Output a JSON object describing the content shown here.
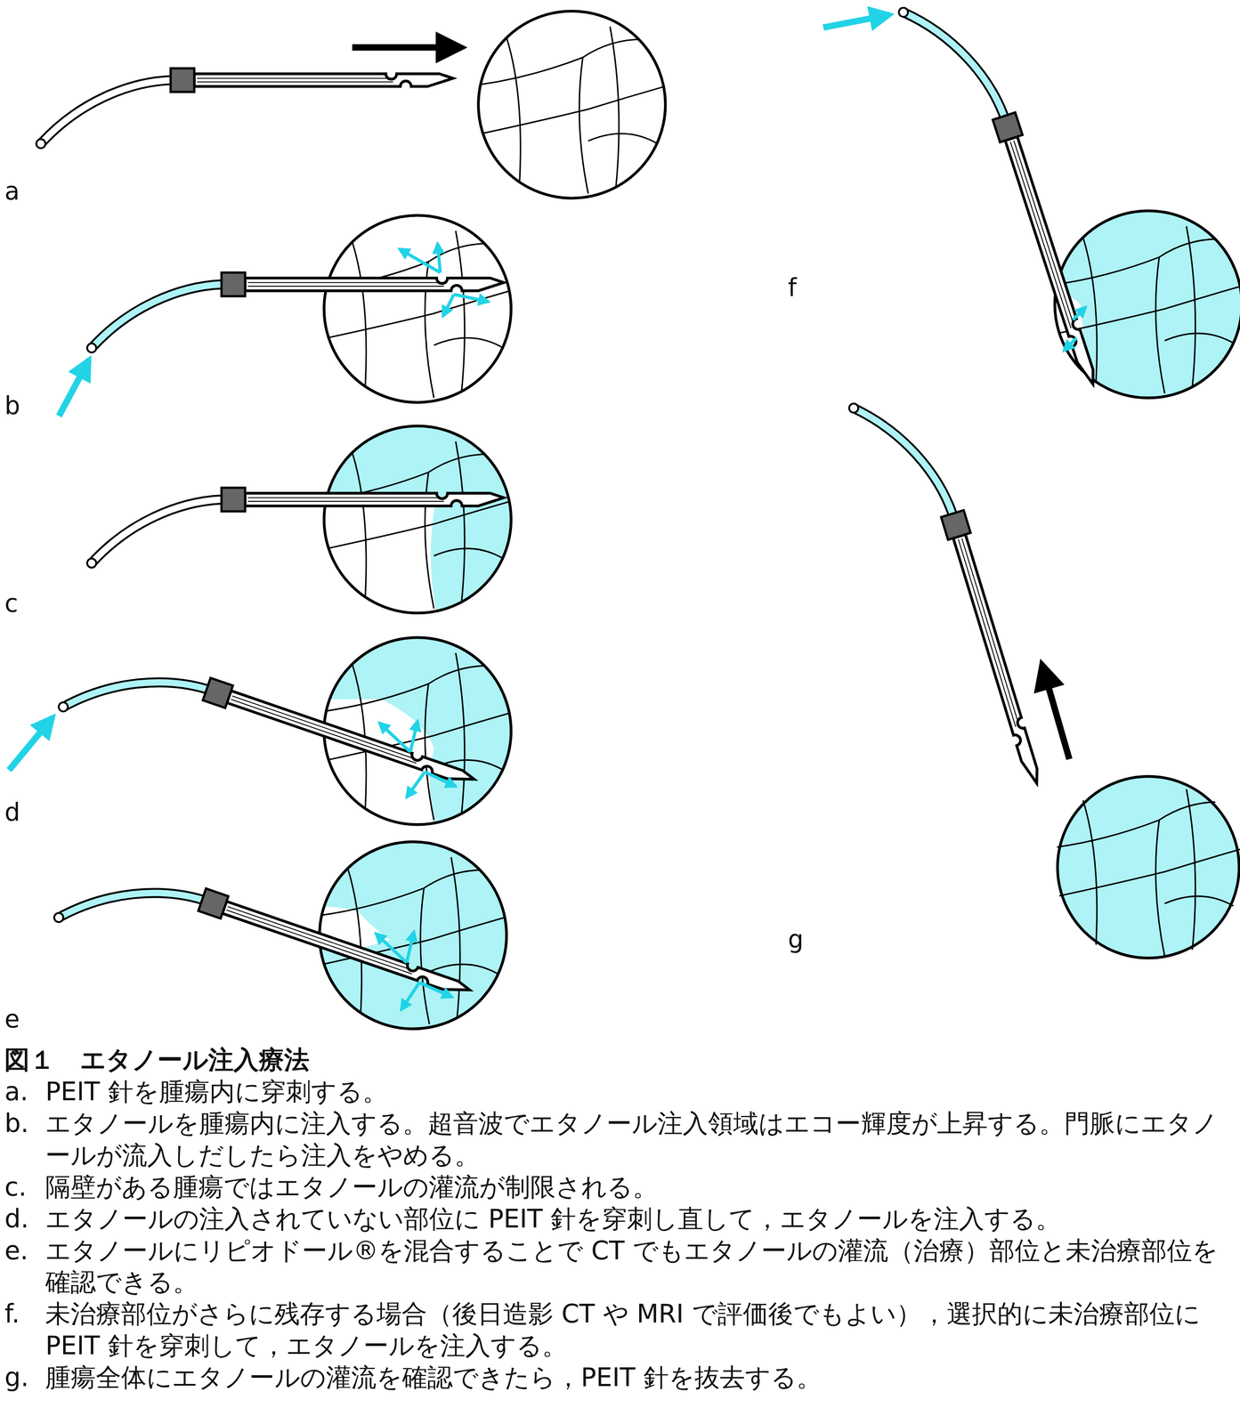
{
  "diagram": {
    "title": "図１　エタノール注入療法",
    "labels": [
      "a",
      "b",
      "c",
      "d",
      "e",
      "f",
      "g",
      "a.",
      "PEIT 針を腫瘍内に穿刺する。",
      "b.",
      "エタノールを腫瘍内に注入する。超音波でエタノール注入領域はエコー輝度が上昇する。門脈にエタノールが流入しだしたら注入をやめる。",
      "c.",
      "隔壁がある腫瘍ではエタノールの灌流が制限される。",
      "d.",
      "エタノールの注入されていない部位に PEIT 針を穿刺し直して，エタノールを注入する。",
      "e.",
      "エタノールにリピオドール®を混合することで CT でもエタノールの灌流（治療）部位と未治療部位を確認できる。",
      "f.",
      "未治療部位がさらに残存する場合（後日造影 CT や MRI で評価後でもよい），選択的に未治療部位に PEIT 針を穿刺して，エタノールを注入する。",
      "g.",
      "腫瘍全体にエタノールの灌流を確認できたら，PEIT 針を抜去する。"
    ]
  }
}
